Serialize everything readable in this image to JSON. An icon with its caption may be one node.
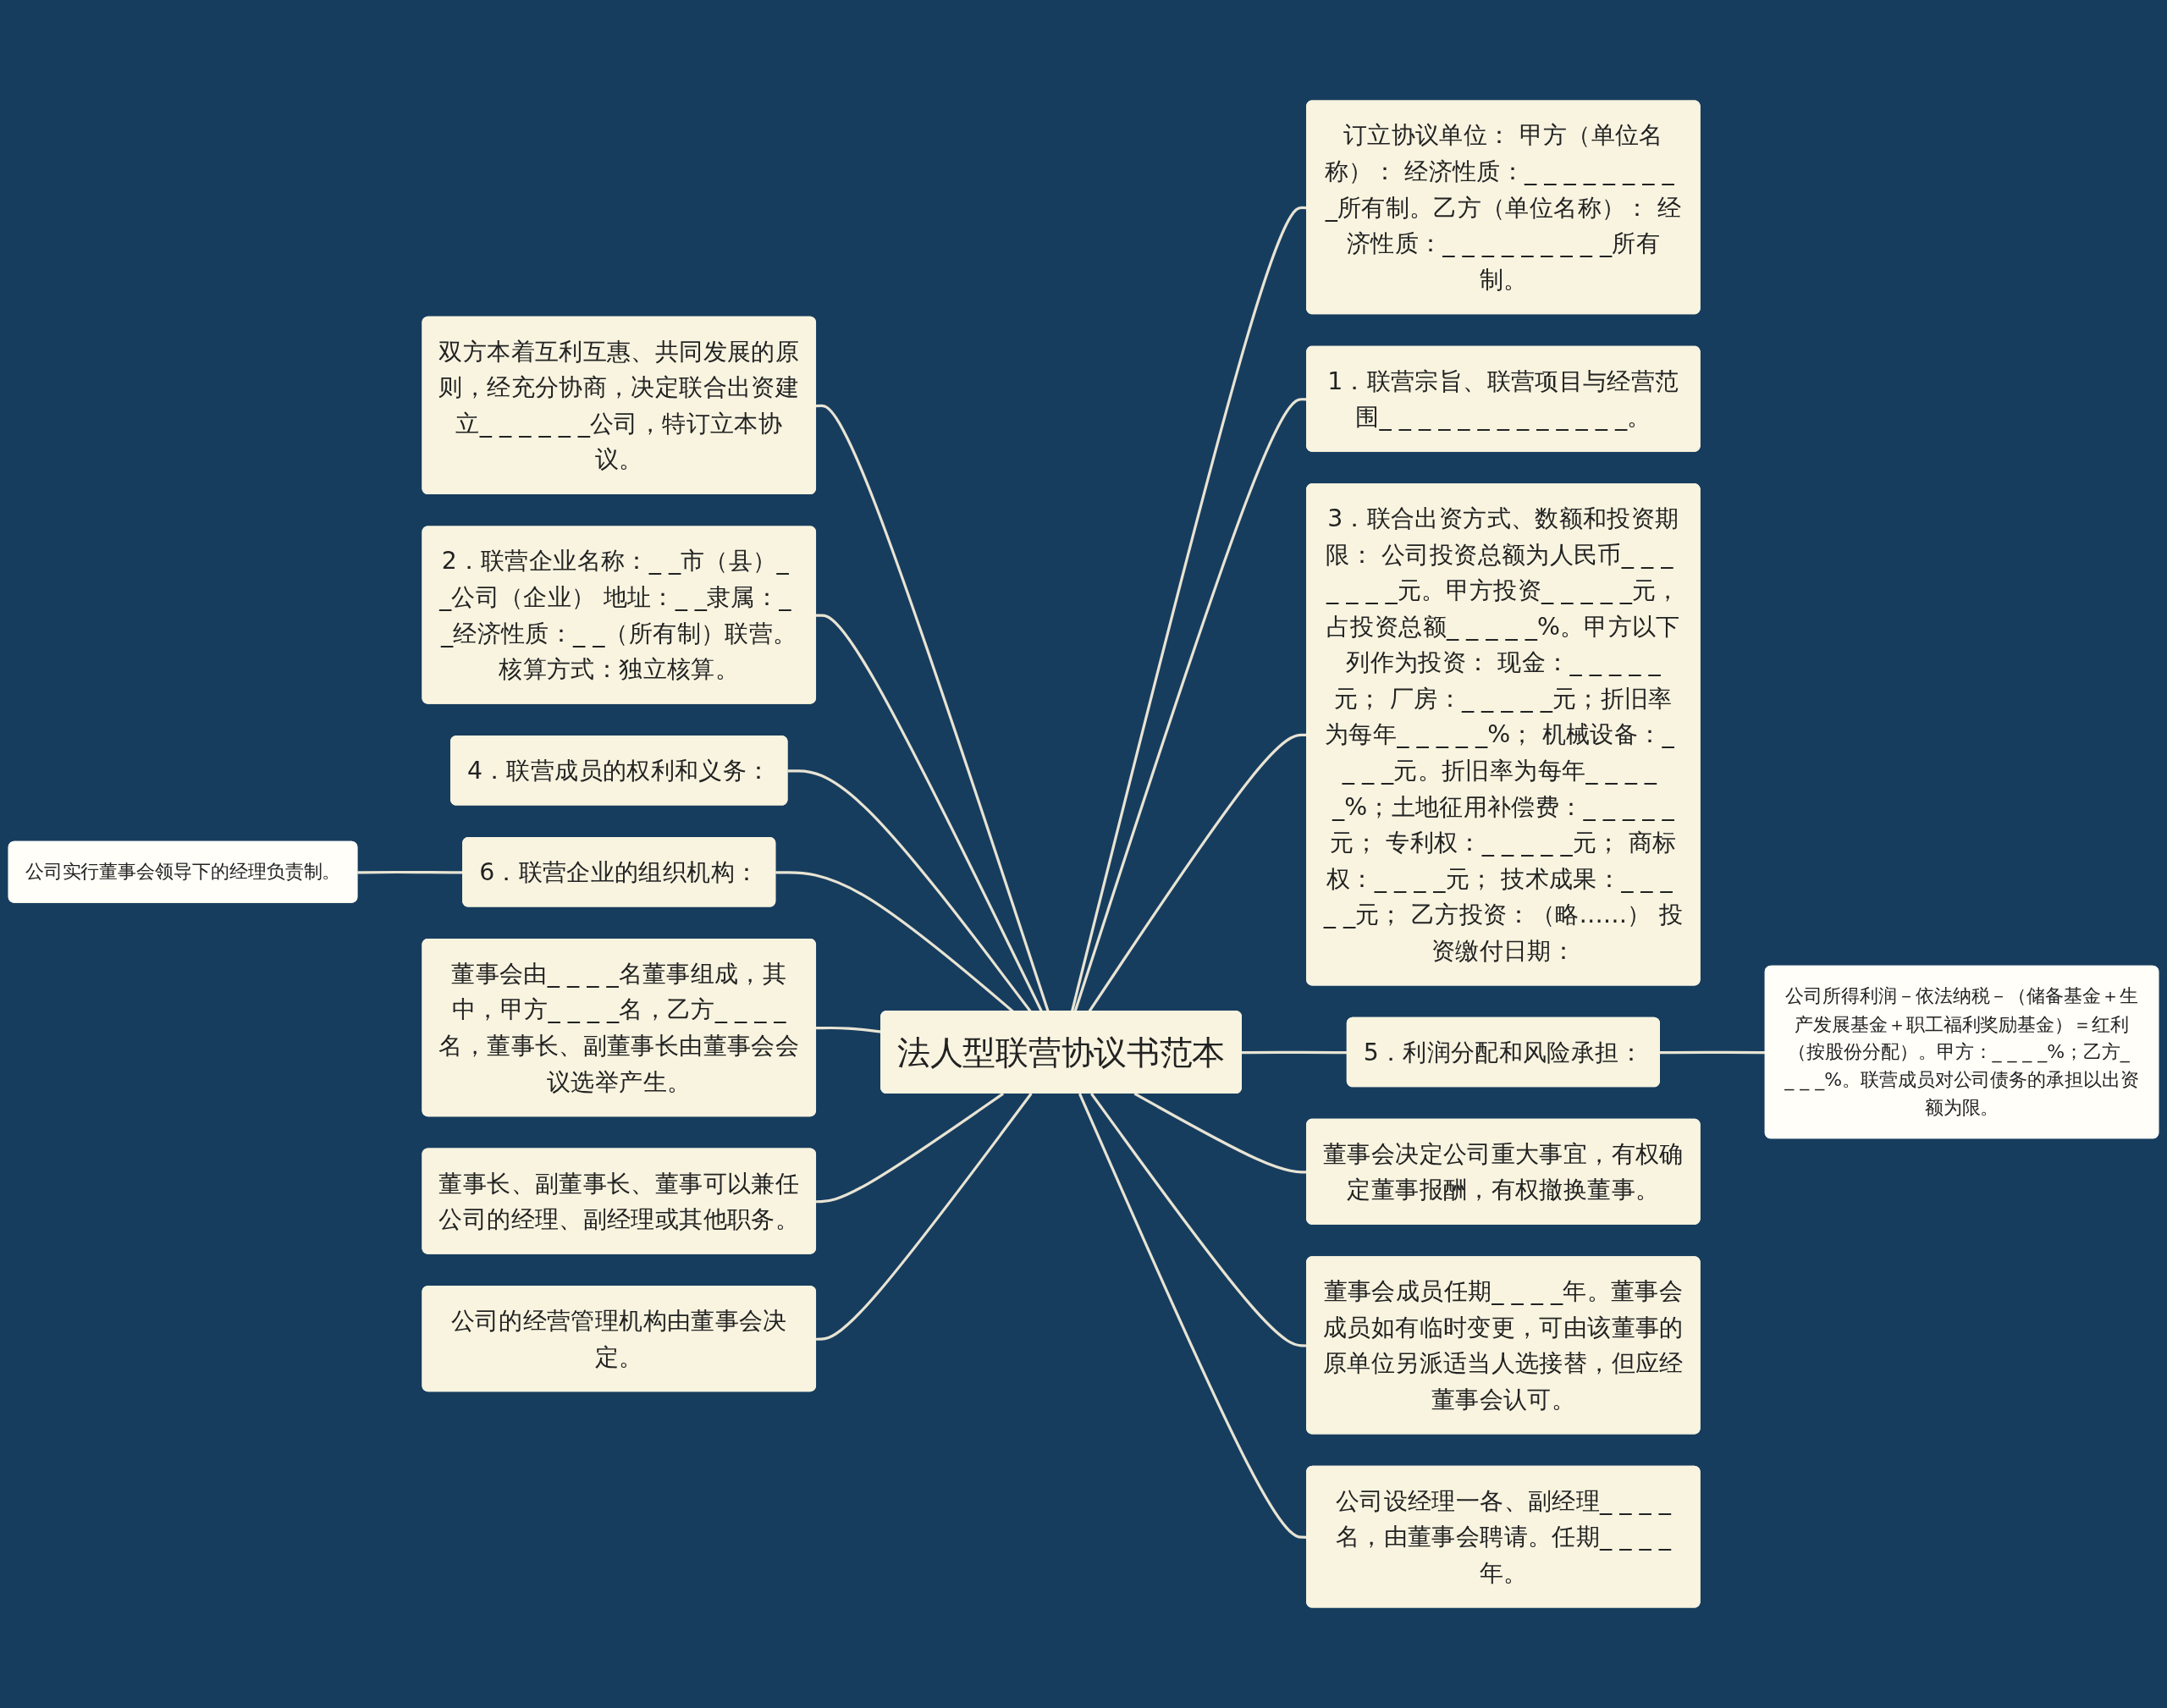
{
  "diagram": {
    "nodes": [
      {
        "text": [
          "法人型联营协议书范本"
        ]
      },
      {
        "text": [
          "订立协议单位： 甲方（单位名称）： 经济性质：_ _ _ _ _ _ _ _ _所有制。乙方（单位名称）： 经济性质：_ _ _ _ _ _ _ _ _所有制。"
        ]
      },
      {
        "text": [
          "1．联营宗旨、联营项目与经营范围_ _ _ _ _ _ _ _ _ _ _ _ _。"
        ]
      },
      {
        "text": [
          "3．联合出资方式、数额和投资期限： 公司投资总额为人民币_ _ _ _ _ _ _元。甲方投资_ _ _ _ _元，占投资总额_ _ _ _ _%。甲方以下列作为投资： 现金：_ _ _ _ _元； 厂房：_ _ _ _ _元；折旧率为每年_ _ _ _ _%； 机械设备：_ _ _ _元。折旧率为每年_ _ _ _ _%；土地征用补偿费：_ _ _ _ _元； 专利权：_ _ _ _ _元； 商标权：_ _ _ _元； 技术成果：_ _ _ _ _元； 乙方投资：（略……） 投资缴付日期："
        ]
      },
      {
        "text": [
          "5．利润分配和风险承担："
        ]
      },
      {
        "text": [
          "公司所得利润－依法纳税－（储备基金＋生产发展基金＋职工福利奖励基金）＝红利（按股份分配）。甲方：_ _ _ _%；乙方_ _ _ _%。联营成员对公司债务的承担以出资额为限。"
        ]
      },
      {
        "text": [
          "董事会决定公司重大事宜，有权确定董事报酬，有权撤换董事。"
        ]
      },
      {
        "text": [
          "董事会成员任期_ _ _ _年。董事会成员如有临时变更，可由该董事的原单位另派适当人选接替，但应经董事会认可。"
        ]
      },
      {
        "text": [
          "公司设经理一各、副经理_ _ _ _名，由董事会聘请。任期_ _ _ _年。"
        ]
      },
      {
        "text": [
          "双方本着互利互惠、共同发展的原则，经充分协商，决定联合出资建立_ _ _ _ _ _公司，特订立本协议。"
        ]
      },
      {
        "text": [
          "2．联营企业名称：_ _市（县）_ _公司（企业） 地址：_ _隶属：_ _经济性质：_ _（所有制）联营。核算方式：独立核算。"
        ]
      },
      {
        "text": [
          "4．联营成员的权利和义务："
        ]
      },
      {
        "text": [
          "6．联营企业的组织机构："
        ]
      },
      {
        "text": [
          "公司实行董事会领导下的经理负责制。"
        ]
      },
      {
        "text": [
          "董事会由_ _ _ _名董事组成，其中，甲方_ _ _ _名，乙方_ _ _ _名，董事长、副董事长由董事会会议选举产生。"
        ]
      },
      {
        "text": [
          "董事长、副董事长、董事可以兼任公司的经理、副经理或其他职务。"
        ]
      },
      {
        "text": [
          "公司的经营管理机构由董事会决定。"
        ]
      }
    ],
    "edges": [
      {
        "from": 0,
        "to": 1,
        "arrow": "none"
      },
      {
        "from": 0,
        "to": 2,
        "arrow": "none"
      },
      {
        "from": 0,
        "to": 3,
        "arrow": "none"
      },
      {
        "from": 0,
        "to": 4,
        "arrow": "none"
      },
      {
        "from": 4,
        "to": 5,
        "arrow": "none"
      },
      {
        "from": 0,
        "to": 6,
        "arrow": "none"
      },
      {
        "from": 0,
        "to": 7,
        "arrow": "none"
      },
      {
        "from": 0,
        "to": 8,
        "arrow": "none"
      },
      {
        "from": 0,
        "to": 9,
        "arrow": "none"
      },
      {
        "from": 0,
        "to": 10,
        "arrow": "none"
      },
      {
        "from": 0,
        "to": 11,
        "arrow": "none"
      },
      {
        "from": 0,
        "to": 12,
        "arrow": "none"
      },
      {
        "from": 12,
        "to": 13,
        "arrow": "none"
      },
      {
        "from": 0,
        "to": 14,
        "arrow": "none"
      },
      {
        "from": 0,
        "to": 15,
        "arrow": "none"
      },
      {
        "from": 0,
        "to": 16,
        "arrow": "none"
      }
    ]
  }
}
